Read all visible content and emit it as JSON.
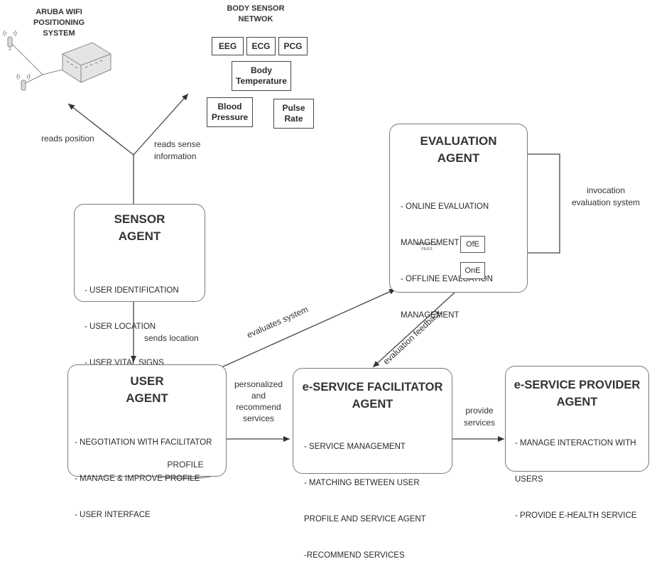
{
  "aruba": {
    "line1": "ARUBA WIFI",
    "line2": "POSITIONING",
    "line3": "SYSTEM"
  },
  "body_sensor": {
    "line1": "BODY SENSOR",
    "line2": "NETWOK",
    "eeg": "EEG",
    "ecg": "ECG",
    "pcg": "PCG",
    "temp1": "Body",
    "temp2": "Temperature",
    "bp1": "Blood",
    "bp2": "Pressure",
    "pr1": "Pulse",
    "pr2": "Rate"
  },
  "labels": {
    "reads_position": "reads position",
    "reads_sense1": "reads sense",
    "reads_sense2": "information",
    "sends_location": "sends location",
    "evaluates_system": "evaluates system",
    "evaluation_feedback": "evaluation feedback",
    "personalized1": "personalized",
    "personalized2": "and",
    "personalized3": "recommend",
    "personalized4": "services",
    "provide1": "provide",
    "provide2": "services",
    "invocation1": "invocation",
    "invocation2": "evaluation system"
  },
  "sensor_agent": {
    "title1": "SENSOR",
    "title2": "AGENT",
    "items": [
      "- USER IDENTIFICATION",
      "- USER LOCATION",
      "- USER VITAL SIGNS"
    ]
  },
  "evaluation_agent": {
    "title1": "EVALUATION",
    "title2": "AGENT",
    "items": [
      "- ONLINE EVALUATION",
      "MANAGEMENT",
      "- OFFLINE EVALUATION",
      "MANAGEMENT"
    ],
    "db1": "HISTORICAL",
    "db2": "FILES",
    "ofe": "OfE",
    "one": "OnE"
  },
  "user_agent": {
    "title1": "USER",
    "title2": "AGENT",
    "items": [
      "- NEGOTIATION WITH FACILITATOR",
      "- MANAGE & IMPROVE PROFILE",
      "- USER INTERFACE"
    ],
    "profile": "PROFILE"
  },
  "facilitator_agent": {
    "title1": "e-SERVICE FACILITATOR",
    "title2": "AGENT",
    "items": [
      "- SERVICE MANAGEMENT",
      "- MATCHING BETWEEN USER",
      "PROFILE AND SERVICE AGENT",
      "-RECOMMEND SERVICES"
    ]
  },
  "provider_agent": {
    "title1": "e-SERVICE PROVIDER",
    "title2": "AGENT",
    "items": [
      "- MANAGE INTERACTION WITH",
      "USERS",
      "- PROVIDE E-HEALTH SERVICE"
    ]
  }
}
